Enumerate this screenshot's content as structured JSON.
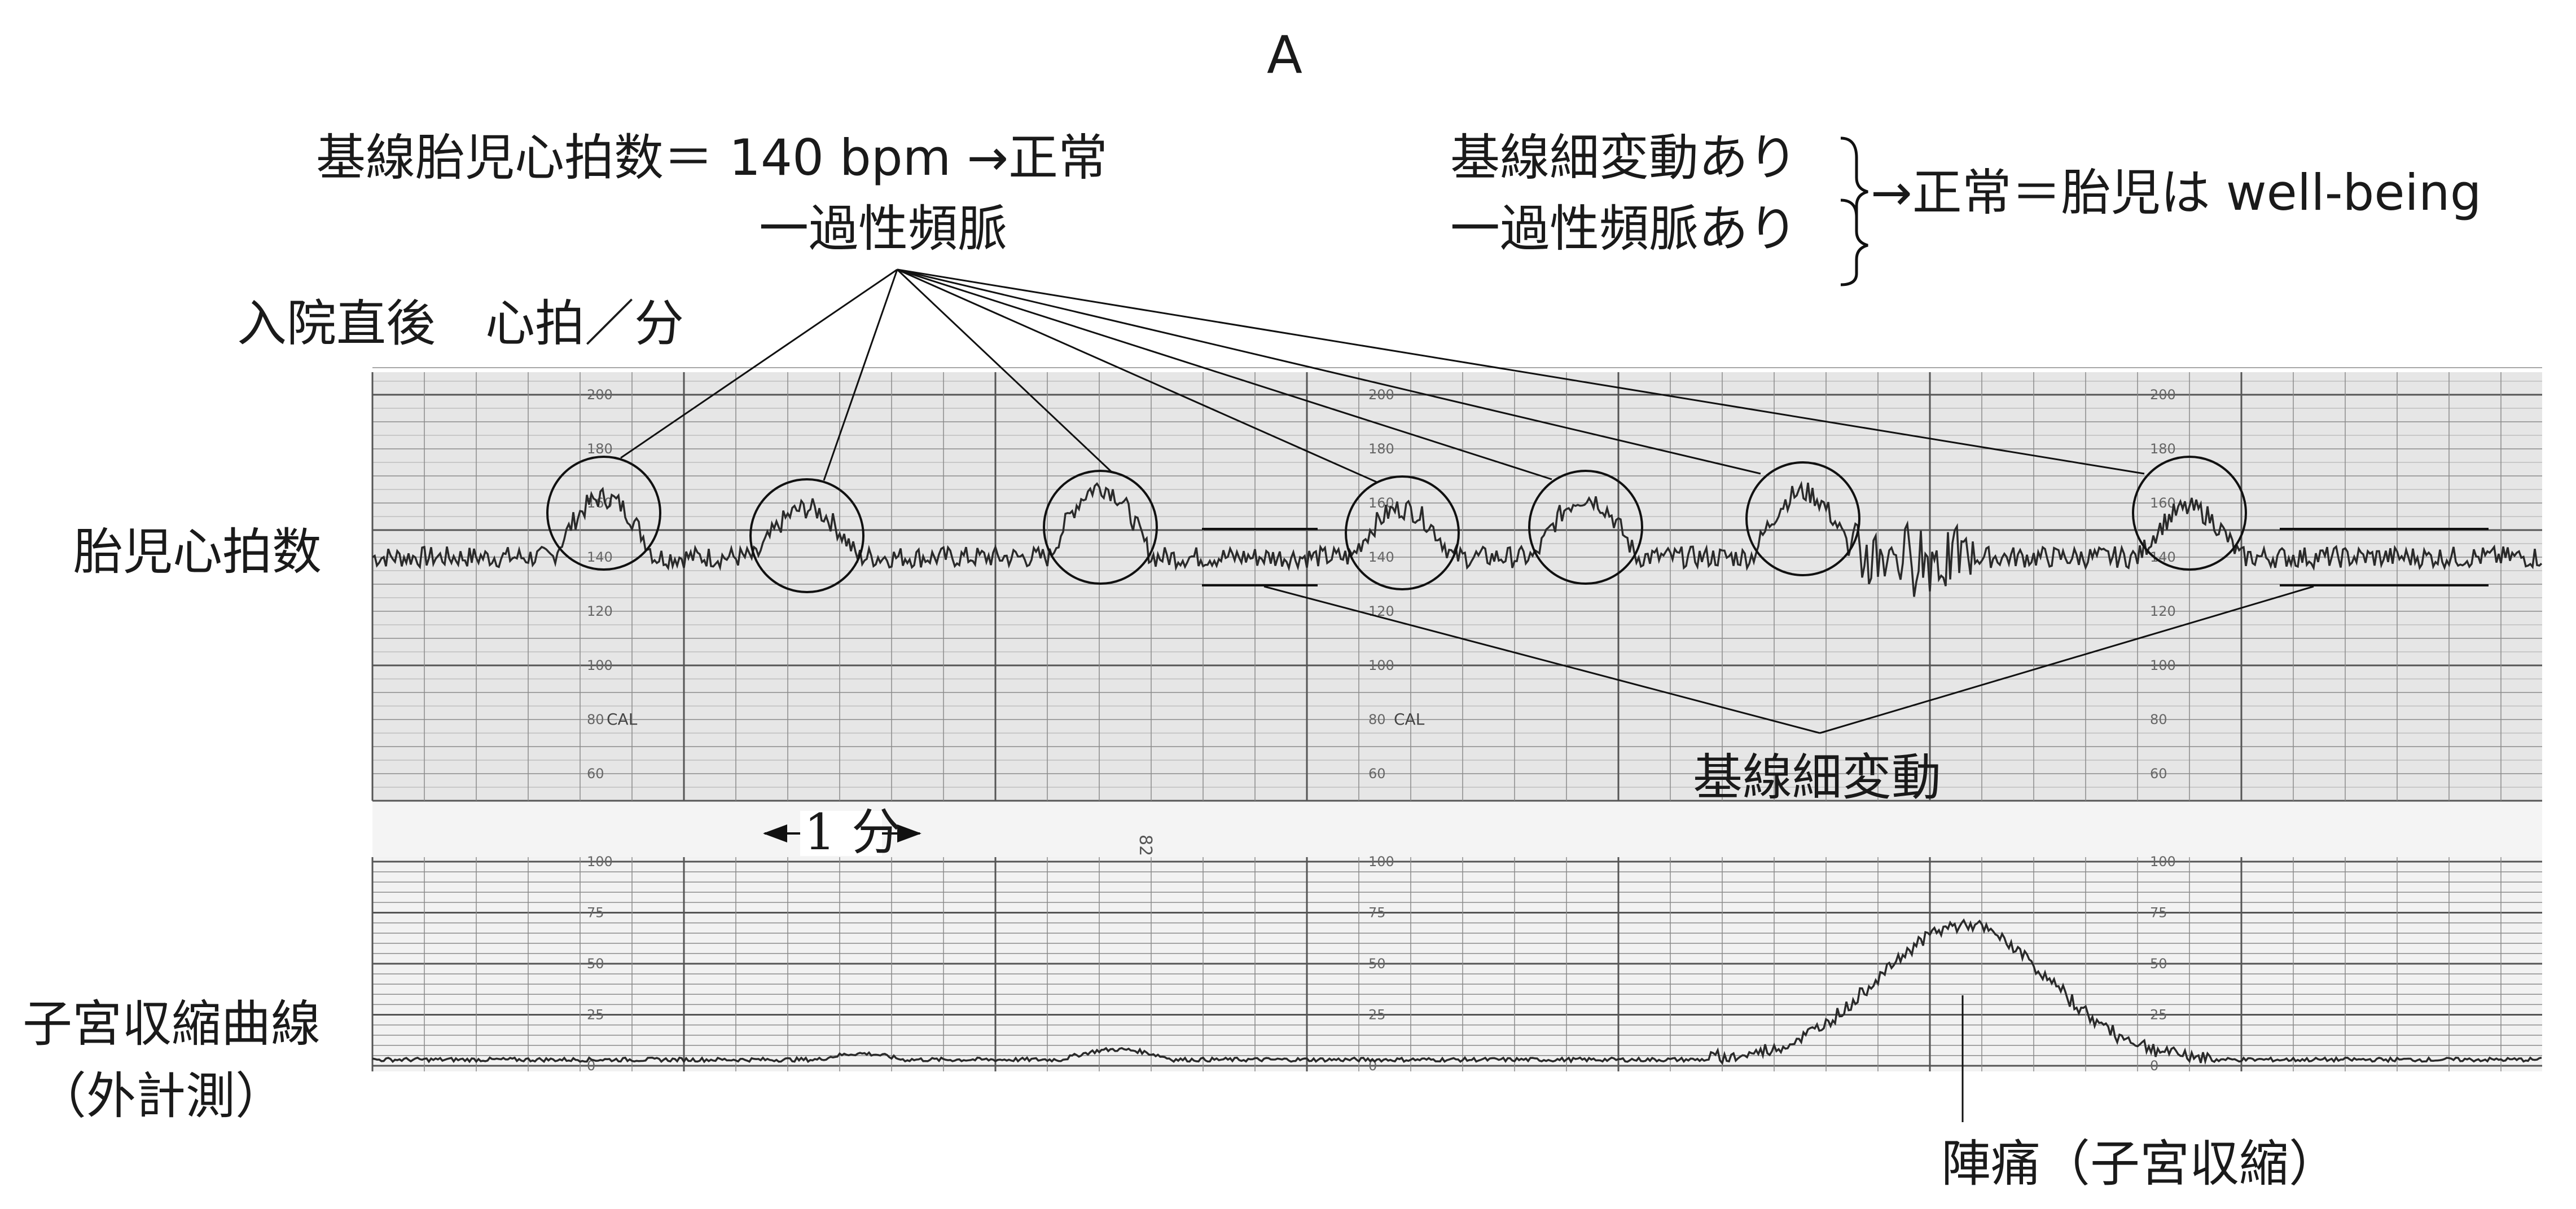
{
  "figure": {
    "panel_label": "A",
    "baseline_note": "基線胎児心拍数＝ 140 bpm →正常",
    "accel_note": "一過性頻脈",
    "variability_line1": "基線細変動あり",
    "variability_line2": "一過性頻脈あり",
    "conclusion": "→正常＝胎児は well-being",
    "admission": "入院直後　心拍／分",
    "fhr_label": "胎児心拍数",
    "uc_label_line1": "子宮収縮曲線",
    "uc_label_line2": "（外計測）",
    "variability_label": "基線細変動",
    "one_minute": "1 分",
    "contraction_label": "陣痛（子宮収縮）",
    "paper_number": "82"
  },
  "fhr_scale": {
    "ticks": [
      "200",
      "180",
      "160",
      "140",
      "120",
      "100",
      "80",
      "60"
    ],
    "cal_marks": [
      "CAL",
      "CAL"
    ]
  },
  "uc_scale": {
    "ticks": [
      "100",
      "75",
      "50",
      "25",
      "0"
    ]
  },
  "colors": {
    "ink": "#1a1a1a",
    "grid_fine": "#8a8a8a",
    "grid_dark": "#555555",
    "paper_band": "#d8d8d8"
  }
}
